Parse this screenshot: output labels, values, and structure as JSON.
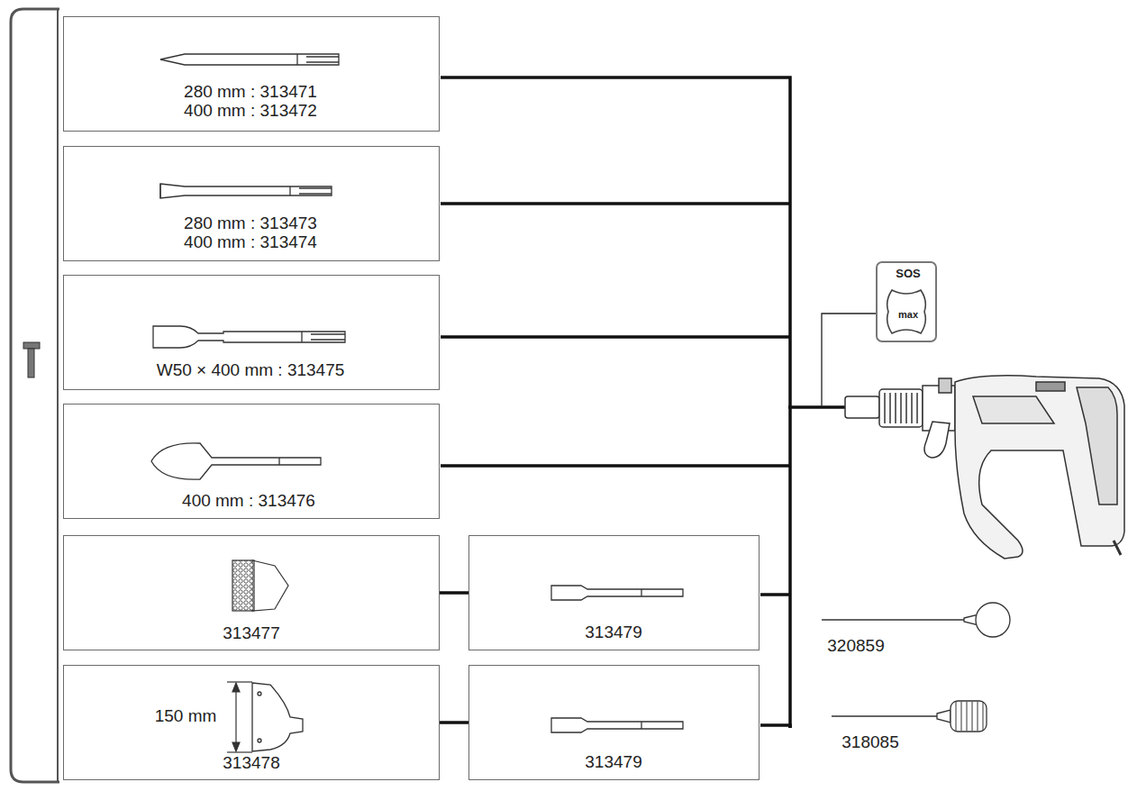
{
  "diagram": {
    "nodes": [
      {
        "text": [
          "280 mm : 313471",
          "400 mm : 313472"
        ]
      },
      {
        "text": [
          "280 mm : 313473",
          "400 mm : 313474"
        ]
      },
      {
        "text": [
          "W50 × 400 mm : 313475"
        ]
      },
      {
        "text": [
          "400 mm : 313476"
        ]
      },
      {
        "text": [
          "313477"
        ]
      },
      {
        "text": [
          "313479"
        ]
      },
      {
        "text": [
          "150 mm",
          "313478"
        ]
      },
      {
        "text": [
          "313479"
        ]
      },
      {
        "text": [
          "SOS",
          "max"
        ]
      }
    ],
    "edges": [
      {
        "from": 4,
        "to": 5,
        "arrow": "none"
      },
      {
        "from": 6,
        "to": 7,
        "arrow": "none"
      }
    ],
    "labels": [
      "320859",
      "318085"
    ]
  }
}
